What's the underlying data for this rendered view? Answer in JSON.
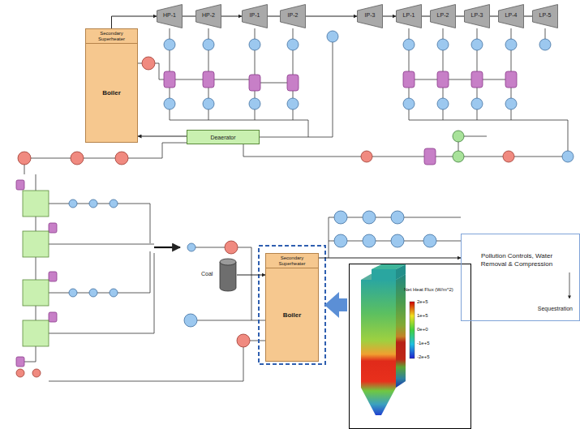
{
  "diagram": {
    "nodes": [
      {
        "text": [
          "Secondary Superheater",
          "Boiler"
        ]
      },
      {
        "text": [
          "HP-1"
        ]
      },
      {
        "text": [
          "HP-2"
        ]
      },
      {
        "text": [
          "IP-1"
        ]
      },
      {
        "text": [
          "IP-2"
        ]
      },
      {
        "text": [
          "IP-3"
        ]
      },
      {
        "text": [
          "LP-1"
        ]
      },
      {
        "text": [
          "LP-2"
        ]
      },
      {
        "text": [
          "LP-3"
        ]
      },
      {
        "text": [
          "LP-4"
        ]
      },
      {
        "text": [
          "LP-5"
        ]
      },
      {
        "text": [
          "Deaerator"
        ]
      },
      {
        "text": [
          "Secondary Superheater",
          "Boiler"
        ]
      },
      {
        "text": [
          "Coal"
        ]
      },
      {
        "text": [
          "Pollution Controls, Water Removal & Compression",
          "Sequestration"
        ]
      }
    ],
    "edges": [
      {
        "from": 0,
        "to": 1,
        "arrow": "to"
      },
      {
        "from": 1,
        "to": 2,
        "arrow": "none"
      },
      {
        "from": 2,
        "to": 3,
        "arrow": "to"
      },
      {
        "from": 3,
        "to": 4,
        "arrow": "none"
      },
      {
        "from": 4,
        "to": 5,
        "arrow": "to"
      },
      {
        "from": 5,
        "to": 6,
        "arrow": "to"
      },
      {
        "from": 6,
        "to": 7,
        "arrow": "none"
      },
      {
        "from": 7,
        "to": 8,
        "arrow": "none"
      },
      {
        "from": 8,
        "to": 9,
        "arrow": "none"
      },
      {
        "from": 9,
        "to": 10,
        "arrow": "none"
      },
      {
        "from": 11,
        "to": 0,
        "arrow": "to"
      },
      {
        "from": 13,
        "to": 12,
        "arrow": "to"
      },
      {
        "from": 12,
        "to": 14,
        "arrow": "to"
      }
    ],
    "labels": [
      "Net Heat Flux (W/m^2)",
      "2e+5",
      "1e+5",
      "0e+0",
      "-1e+5",
      "-2e+5"
    ]
  }
}
